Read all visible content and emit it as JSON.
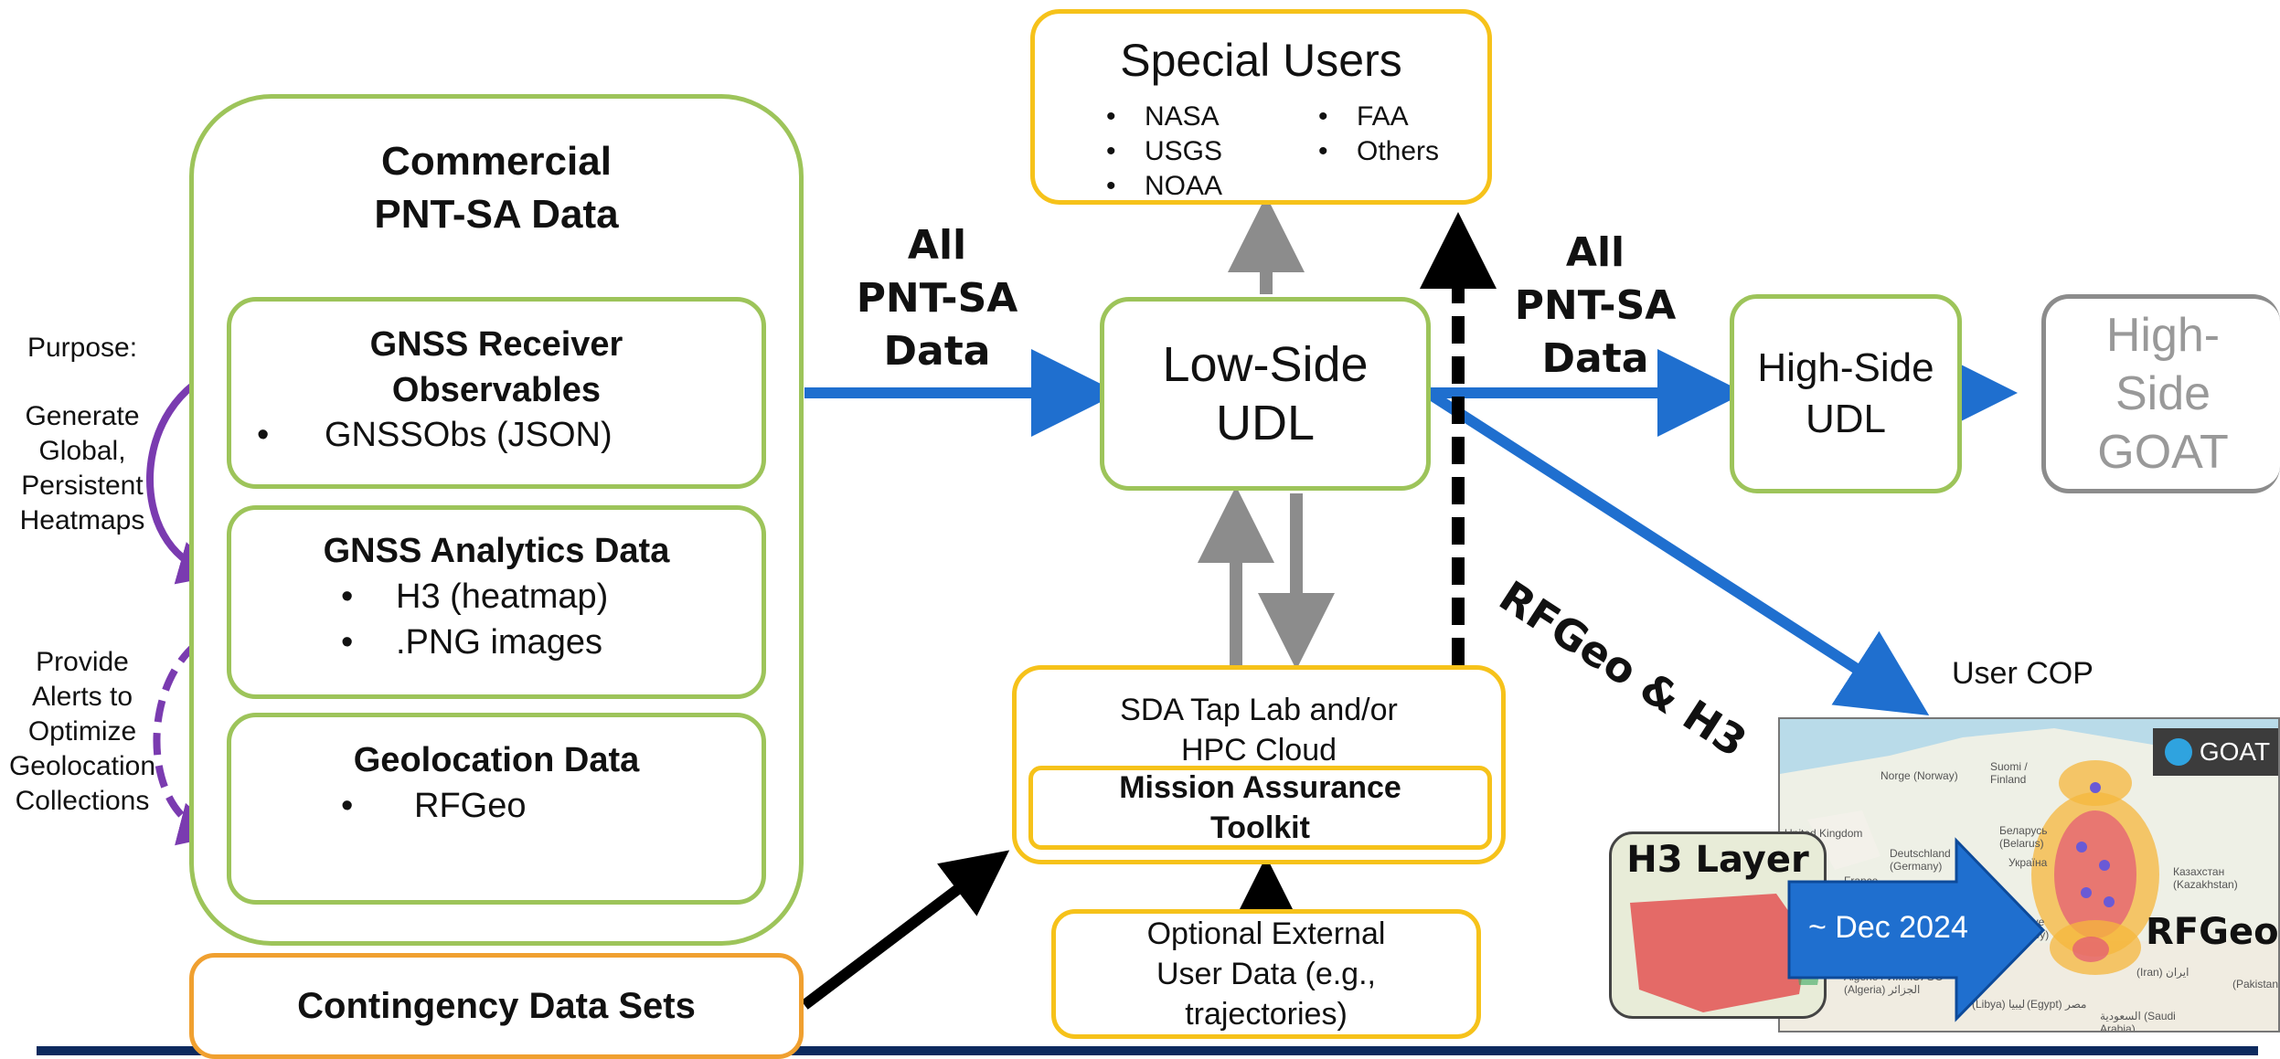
{
  "purpose": {
    "heading": "Purpose:",
    "item1": [
      "Generate",
      "Global,",
      "Persistent",
      "Heatmaps"
    ],
    "item2": [
      "Provide",
      "Alerts to",
      "Optimize",
      "Geolocation",
      "Collections"
    ]
  },
  "commercial": {
    "title_line1": "Commercial",
    "title_line2": "PNT-SA Data",
    "gnss_obs": {
      "title_line1": "GNSS Receiver",
      "title_line2": "Observables",
      "bullets": [
        "GNSSObs (JSON)"
      ]
    },
    "gnss_analytics": {
      "title": "GNSS Analytics Data",
      "bullets": [
        "H3 (heatmap)",
        ".PNG images"
      ]
    },
    "geolocation": {
      "title": "Geolocation Data",
      "bullets": [
        "RFGeo"
      ]
    }
  },
  "contingency": {
    "label": "Contingency Data Sets"
  },
  "flow_left": {
    "line1": "All",
    "line2": "PNT-SA",
    "line3": "Data"
  },
  "flow_right": {
    "line1": "All",
    "line2": "PNT-SA",
    "line3": "Data"
  },
  "rfgeo_h3": {
    "label": "RFGeo & H3"
  },
  "special_users": {
    "title": "Special Users",
    "col1": [
      "NASA",
      "USGS",
      "NOAA"
    ],
    "col2": [
      "FAA",
      "Others"
    ]
  },
  "low_side": {
    "line1": "Low-Side",
    "line2": "UDL"
  },
  "high_side": {
    "line1": "High-Side",
    "line2": "UDL"
  },
  "goat": {
    "line1": "High-",
    "line2": "Side",
    "line3": "GOAT"
  },
  "sda": {
    "line1": "SDA Tap Lab and/or",
    "line2": "HPC Cloud",
    "toolkit_line1": "Mission Assurance",
    "toolkit_line2": "Toolkit"
  },
  "optional": {
    "line1": "Optional External",
    "line2": "User Data (e.g.,",
    "line3": "trajectories)"
  },
  "user_cop": {
    "label": "User COP",
    "goat_badge": "GOAT",
    "h3_layer": "H3 Layer",
    "date_arrow": "~ Dec 2024",
    "rfgeo_label": "RFGeo",
    "map_labels": [
      "Norge (Norway)",
      "Suomi / Finland",
      "United Kingdom",
      "Deutschland (Germany)",
      "France",
      "Беларусь (Belarus)",
      "Україна",
      "Türkiye (Turkey)",
      "Казахстан (Kazakhstan)",
      "Algérie / ⵍⵣⵣⴰⵢⴻⵔ (Algeria) الجزائر",
      "(Libya) ليبيا",
      "(Egypt) مصر",
      "(Iran) ایران",
      "(Pakistan)",
      "السعودية (Saudi Arabia)"
    ]
  },
  "colors": {
    "green": "#9dc45a",
    "yellow": "#f6c21a",
    "blue": "#1f6fcf",
    "purple": "#7a3bb0",
    "grey": "#8c8c8c",
    "navy": "#0d2a5e"
  }
}
